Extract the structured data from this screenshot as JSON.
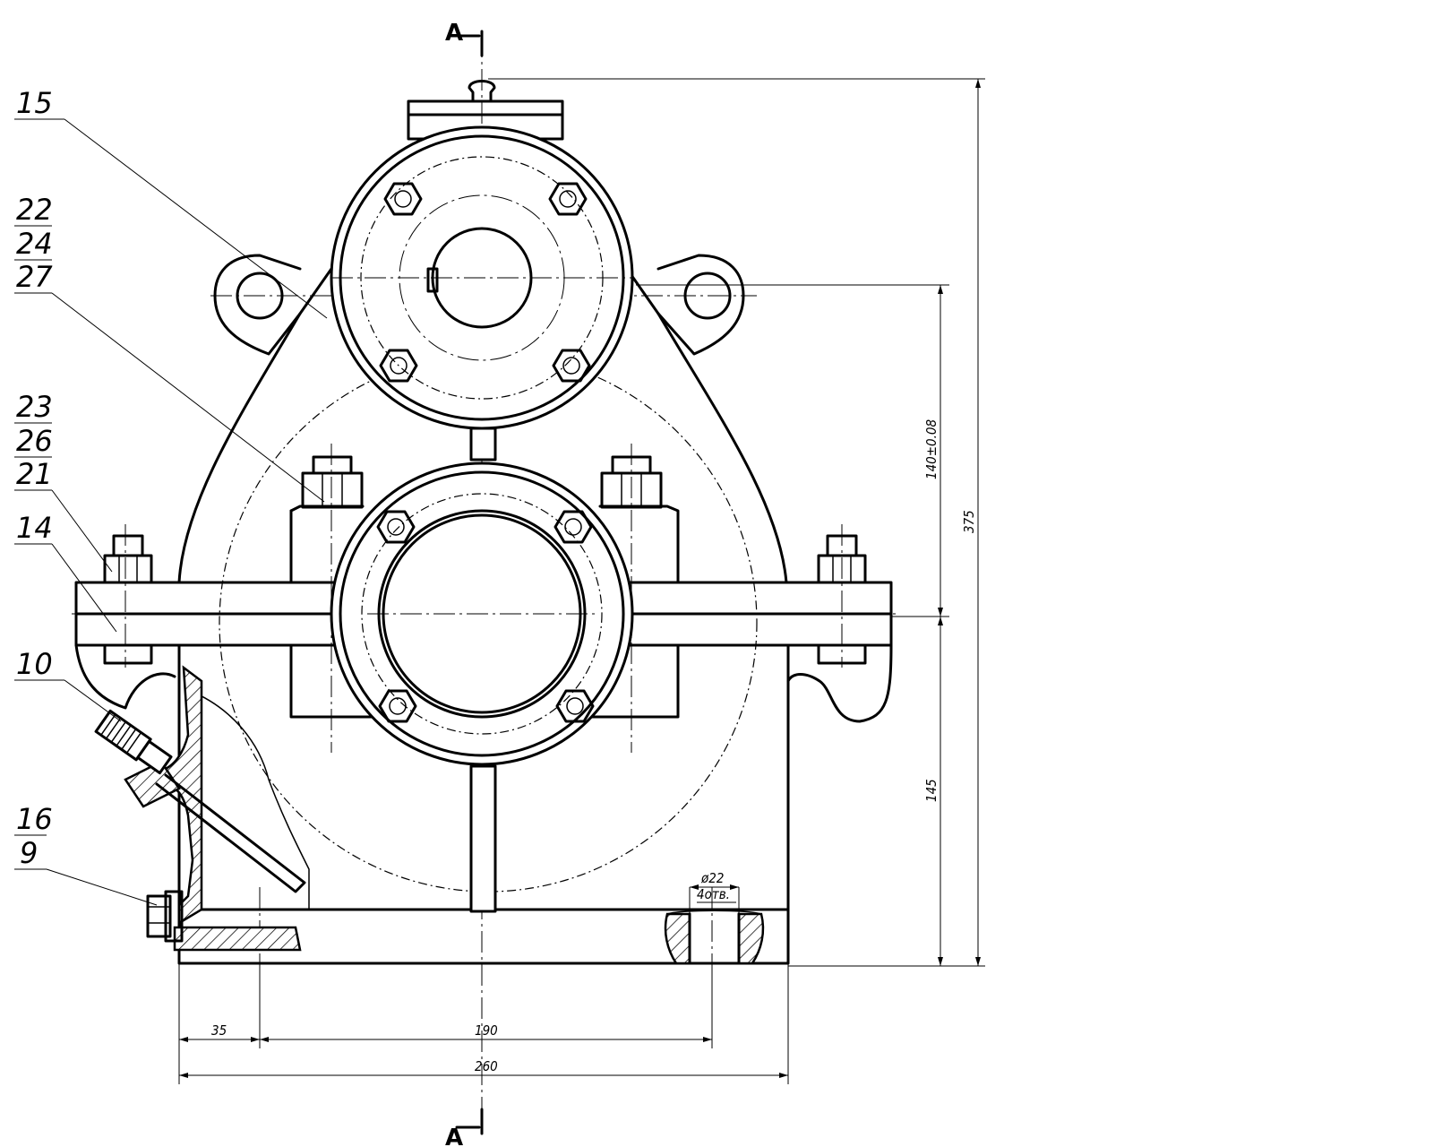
{
  "section_marks": {
    "top": "A",
    "bottom": "A"
  },
  "part_labels": {
    "p15": "15",
    "p22": "22",
    "p24": "24",
    "p27": "27",
    "p23": "23",
    "p26": "26",
    "p21": "21",
    "p14": "14",
    "p10": "10",
    "p16": "16",
    "p9": "9"
  },
  "dimensions": {
    "d35": "35",
    "d190": "190",
    "d260": "260",
    "d140": "140±0.08",
    "d375": "375",
    "d145": "145",
    "hole_dia": "ø22",
    "hole_count": "4отв."
  }
}
